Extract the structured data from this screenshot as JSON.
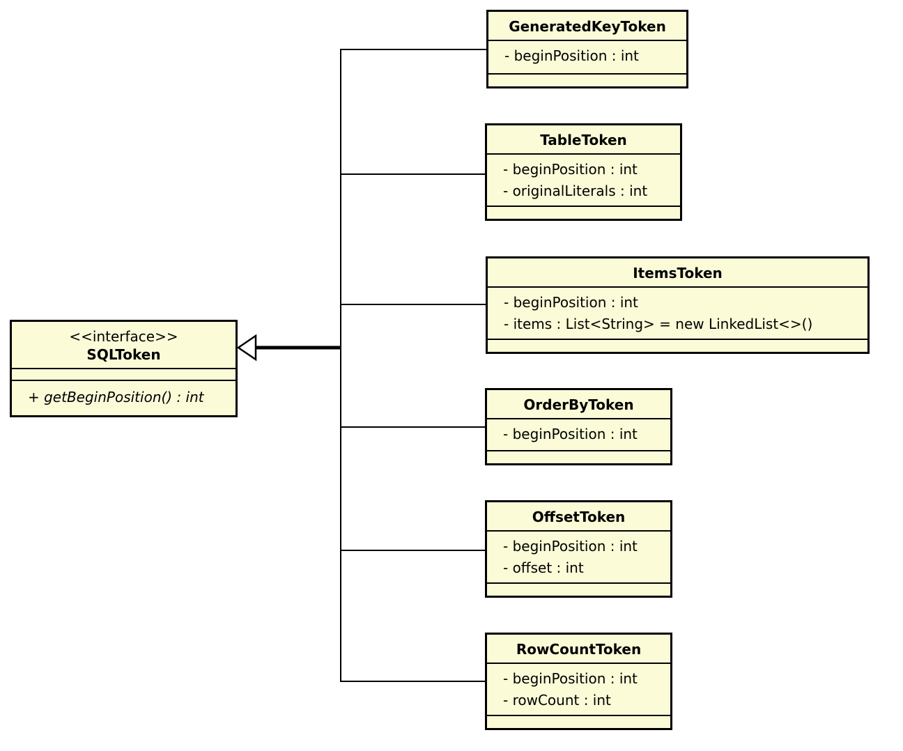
{
  "diagram": {
    "kind": "uml-class-diagram",
    "background_color": "#ffffff",
    "box_fill_color": "#fbfbd8",
    "line_color": "#000000"
  },
  "interface": {
    "stereotype": "<<interface>>",
    "name": "SQLToken",
    "operations": [
      "+ getBeginPosition() : int"
    ]
  },
  "classes": [
    {
      "name": "GeneratedKeyToken",
      "attributes": [
        "- beginPosition : int"
      ]
    },
    {
      "name": "TableToken",
      "attributes": [
        "- beginPosition : int",
        "- originalLiterals : int"
      ]
    },
    {
      "name": "ItemsToken",
      "attributes": [
        "- beginPosition : int",
        "- items : List<String> = new LinkedList<>()"
      ]
    },
    {
      "name": "OrderByToken",
      "attributes": [
        "- beginPosition : int"
      ]
    },
    {
      "name": "OffsetToken",
      "attributes": [
        "- beginPosition : int",
        "- offset : int"
      ]
    },
    {
      "name": "RowCountToken",
      "attributes": [
        "- beginPosition : int",
        "- rowCount : int"
      ]
    }
  ],
  "relationship": {
    "type": "generalization",
    "target": "SQLToken",
    "sources": [
      "GeneratedKeyToken",
      "TableToken",
      "ItemsToken",
      "OrderByToken",
      "OffsetToken",
      "RowCountToken"
    ]
  }
}
